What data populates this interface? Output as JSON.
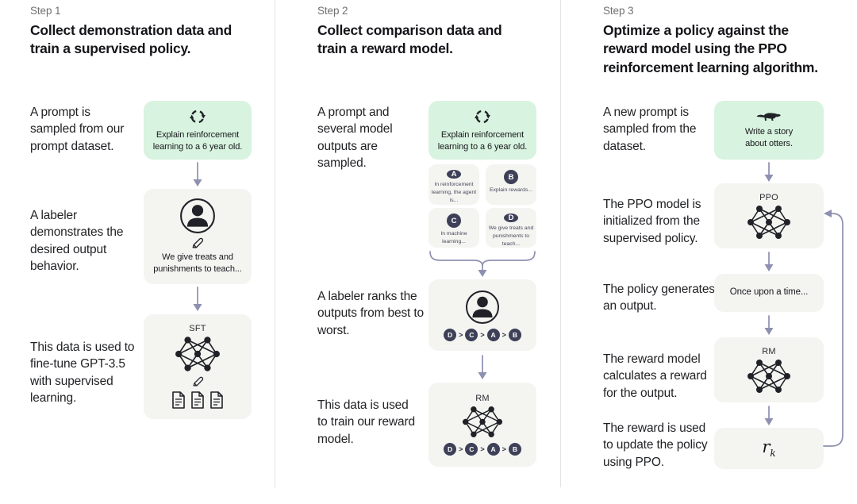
{
  "steps": [
    {
      "label": "Step 1",
      "title": "Collect demonstration data and train a supervised policy.",
      "captions": {
        "prompt": "A prompt is sampled from our prompt dataset.",
        "labeler": "A labeler demonstrates the desired output behavior.",
        "finetune": "This data is used to fine-tune GPT-3.5 with supervised learning."
      },
      "prompt_box_text": "Explain reinforcement learning to a 6 year old.",
      "labeler_box_text": "We give treats and punishments to teach...",
      "sft_label": "SFT"
    },
    {
      "label": "Step 2",
      "title": "Collect comparison data and train a reward model.",
      "captions": {
        "sampled": "A prompt and several model outputs are sampled.",
        "rank": "A labeler ranks the outputs from best to worst.",
        "train": "This data is used to train our reward model."
      },
      "prompt_box_text": "Explain reinforcement learning to a 6 year old.",
      "outputs": [
        {
          "id": "A",
          "text": "In reinforcement learning, the agent is..."
        },
        {
          "id": "B",
          "text": "Explain rewards..."
        },
        {
          "id": "C",
          "text": "In machine learning..."
        },
        {
          "id": "D",
          "text": "We give treats and punishments to teach..."
        }
      ],
      "ranking": [
        "D",
        "C",
        "A",
        "B"
      ],
      "ranking_sep": ">",
      "rm_label": "RM"
    },
    {
      "label": "Step 3",
      "title": "Optimize a policy against the reward model using the PPO reinforcement learning algorithm.",
      "captions": {
        "prompt": "A new prompt is sampled from the dataset.",
        "ppo": "The PPO model is initialized from the supervised policy.",
        "output": "The policy generates an output.",
        "rm": "The reward model calculates a reward for the output.",
        "reward": "The reward is used to update the policy using PPO."
      },
      "prompt_box_text": "Write a story about otters.",
      "ppo_label": "PPO",
      "output_box_text": "Once upon a time...",
      "rm_label": "RM",
      "reward_symbol": "r",
      "reward_subscript": "k"
    }
  ],
  "colors": {
    "prompt_box_green": "#d8f3df",
    "model_box_gray": "#f4f4f1",
    "badge_navy": "#3d4057",
    "arrow_purple": "#8d90b0",
    "divider": "#e4e4e4",
    "ink": "#17181c"
  }
}
